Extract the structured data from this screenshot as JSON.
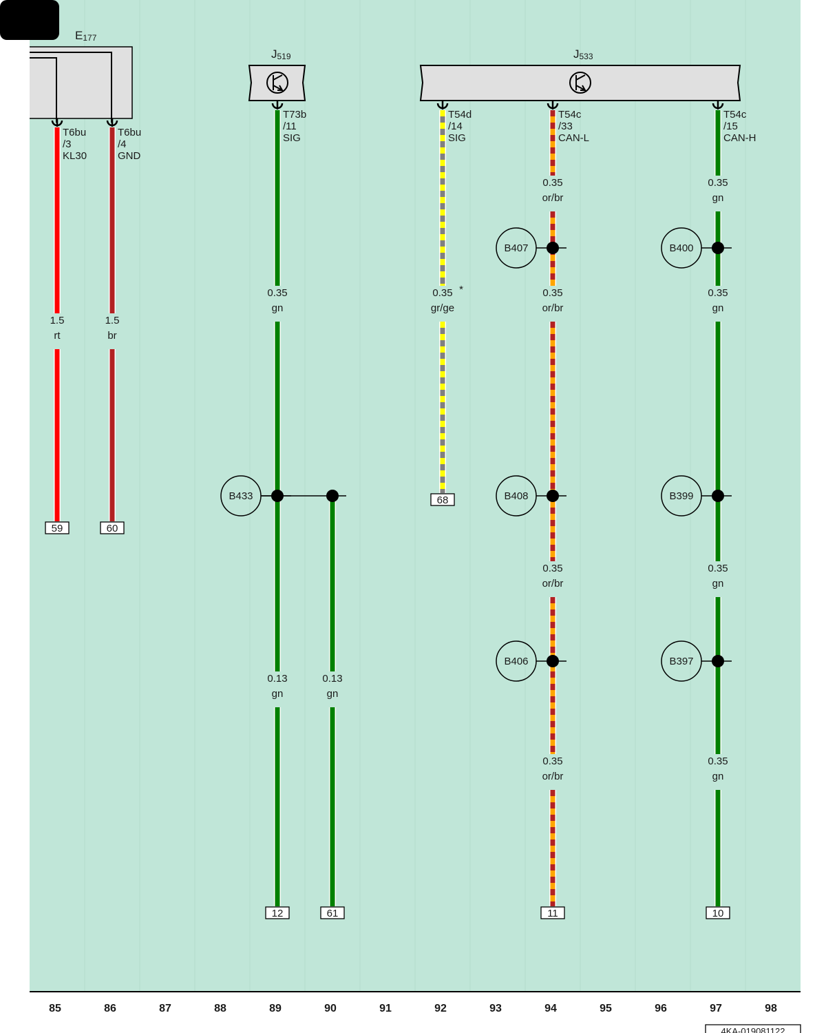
{
  "page": {
    "background": "#c0e6d8",
    "figure_id": "4KA-019081122",
    "column_numbers": [
      "85",
      "86",
      "87",
      "88",
      "89",
      "90",
      "91",
      "92",
      "93",
      "94",
      "95",
      "96",
      "97",
      "98"
    ]
  },
  "components": [
    {
      "id": "E177",
      "letter": "E",
      "number": "177"
    },
    {
      "id": "J519",
      "letter": "J",
      "number": "519"
    },
    {
      "id": "J533",
      "letter": "J",
      "number": "533"
    }
  ],
  "wires": [
    {
      "col": "85",
      "pin": [
        "T6bu",
        "/3",
        "KL30"
      ],
      "terminal": "59",
      "colors": [
        "#ff0000"
      ],
      "segments": [
        {
          "size": "1.5",
          "color": "rt"
        }
      ]
    },
    {
      "col": "86",
      "pin": [
        "T6bu",
        "/4",
        "GND"
      ],
      "terminal": "60",
      "colors": [
        "#b22222"
      ],
      "segments": [
        {
          "size": "1.5",
          "color": "br"
        }
      ]
    },
    {
      "col": "89",
      "pin": [
        "T73b",
        "/11",
        "SIG"
      ],
      "terminal": "12",
      "colors": [
        "#008000"
      ],
      "segments": [
        {
          "size": "0.35",
          "color": "gn"
        },
        {
          "size": "0.13",
          "color": "gn"
        }
      ]
    },
    {
      "col": "90",
      "pin": null,
      "terminal": "61",
      "colors": [
        "#008000"
      ],
      "segments": [
        {
          "size": "0.13",
          "color": "gn"
        }
      ]
    },
    {
      "col": "92",
      "pin": [
        "T54d",
        "/14",
        "SIG"
      ],
      "terminal": "68",
      "colors": [
        "#808080",
        "#ffff00"
      ],
      "note": "*",
      "segments": [
        {
          "size": "0.35",
          "color": "gr/ge"
        }
      ]
    },
    {
      "col": "94",
      "pin": [
        "T54c",
        "/33",
        "CAN-L"
      ],
      "terminal": "11",
      "colors": [
        "#ffa500",
        "#b22222"
      ],
      "segments": [
        {
          "size": "0.35",
          "color": "or/br"
        },
        {
          "size": "0.35",
          "color": "or/br"
        },
        {
          "size": "0.35",
          "color": "or/br"
        },
        {
          "size": "0.35",
          "color": "or/br"
        }
      ]
    },
    {
      "col": "97",
      "pin": [
        "T54c",
        "/15",
        "CAN-H"
      ],
      "terminal": "10",
      "colors": [
        "#008000"
      ],
      "segments": [
        {
          "size": "0.35",
          "color": "gn"
        },
        {
          "size": "0.35",
          "color": "gn"
        },
        {
          "size": "0.35",
          "color": "gn"
        },
        {
          "size": "0.35",
          "color": "gn"
        }
      ]
    }
  ],
  "splices": [
    "B433",
    "B407",
    "B408",
    "B406",
    "B400",
    "B399",
    "B397"
  ]
}
